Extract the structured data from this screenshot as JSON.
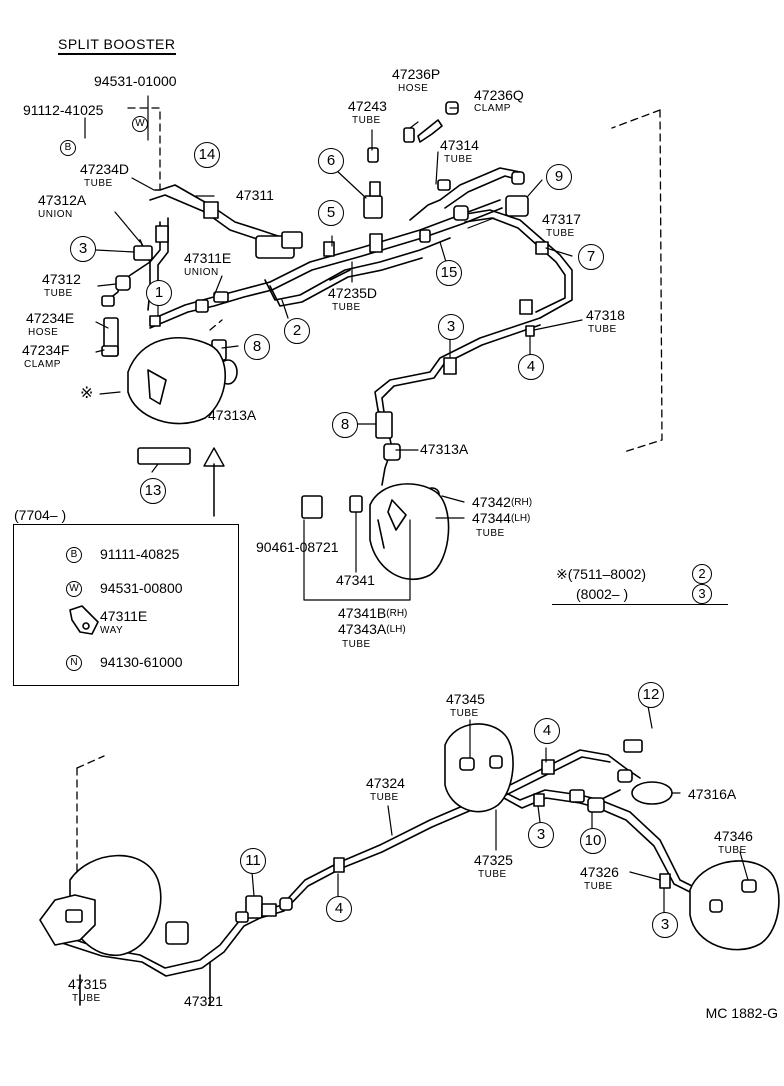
{
  "title": "SPLIT BOOSTER",
  "diagram_code": "MC  1882-G",
  "note": {
    "mark": "※",
    "line1": "(7511–8002)",
    "line1_ref": "2",
    "line2": "(8002–        )",
    "line2_ref": "3"
  },
  "inset": {
    "range": "(7704–        )",
    "items": [
      {
        "mark": "B",
        "part": "91111-40825"
      },
      {
        "mark": "W",
        "part": "94531-00800"
      },
      {
        "mark": "",
        "part": "47311E",
        "desc": "WAY"
      },
      {
        "mark": "N",
        "part": "94130-61000"
      }
    ]
  },
  "legend_marks": {
    "B": "B",
    "W": "W",
    "asterisk": "※"
  },
  "parts": {
    "p94531_01000": "94531-01000",
    "p91112_41025": "91112-41025",
    "p47236P": "47236P",
    "p47236P_desc": "HOSE",
    "p47236Q": "47236Q",
    "p47236Q_desc": "CLAMP",
    "p47243": "47243",
    "p47243_desc": "TUBE",
    "p47314": "47314",
    "p47314_desc": "TUBE",
    "p47234D": "47234D",
    "p47234D_desc": "TUBE",
    "p47311": "47311",
    "p47312A": "47312A",
    "p47312A_desc": "UNION",
    "p47317": "47317",
    "p47317_desc": "TUBE",
    "p47311E": "47311E",
    "p47311E_desc": "UNION",
    "p47312": "47312",
    "p47312_desc": "TUBE",
    "p47235D": "47235D",
    "p47235D_desc": "TUBE",
    "p47318": "47318",
    "p47318_desc": "TUBE",
    "p47234E": "47234E",
    "p47234E_desc": "HOSE",
    "p47234F": "47234F",
    "p47234F_desc": "CLAMP",
    "p47313A_a": "47313A",
    "p47313A_b": "47313A",
    "p47342": "47342",
    "p47342_sfx": "(RH)",
    "p47344": "47344",
    "p47344_sfx": "(LH)",
    "p47344_desc": "TUBE",
    "p90461_08721": "90461-08721",
    "p47341": "47341",
    "p47341B": "47341B",
    "p47341B_sfx": "(RH)",
    "p47343A": "47343A",
    "p47343A_sfx": "(LH)",
    "p47343A_desc": "TUBE",
    "p47345": "47345",
    "p47345_desc": "TUBE",
    "p47324": "47324",
    "p47324_desc": "TUBE",
    "p47316A": "47316A",
    "p47346": "47346",
    "p47346_desc": "TUBE",
    "p47325": "47325",
    "p47325_desc": "TUBE",
    "p47326": "47326",
    "p47326_desc": "TUBE",
    "p47315": "47315",
    "p47315_desc": "TUBE",
    "p47321": "47321"
  },
  "callouts": {
    "c14": "14",
    "c6": "6",
    "c9": "9",
    "c5": "5",
    "c3a": "3",
    "c1": "1",
    "c15": "15",
    "c7": "7",
    "c2": "2",
    "c8a": "8",
    "c3b": "3",
    "c4a": "4",
    "c8b": "8",
    "c13": "13",
    "c12": "12",
    "c4b": "4",
    "c3c": "3",
    "c10": "10",
    "c11": "11",
    "c4c": "4",
    "c3d": "3"
  }
}
